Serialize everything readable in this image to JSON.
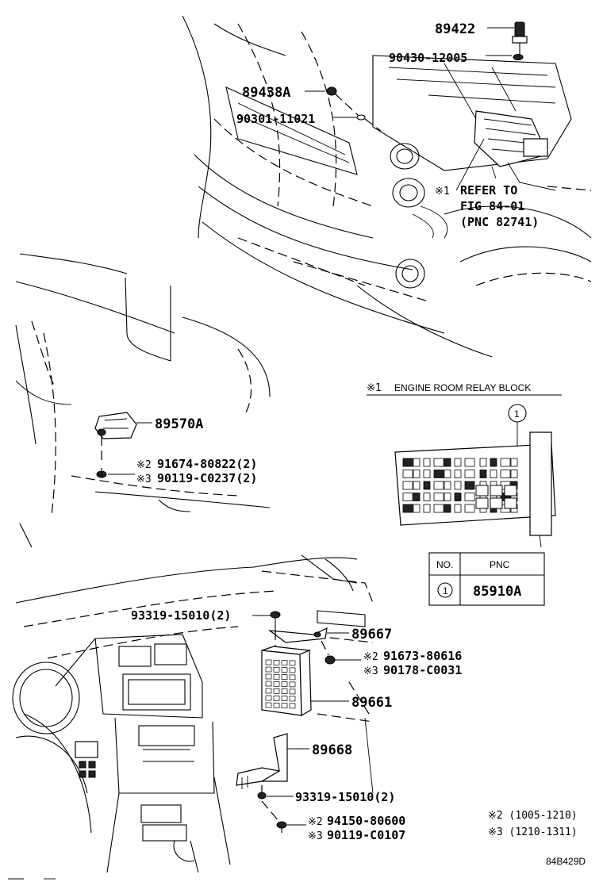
{
  "parts": {
    "p89422": "89422",
    "p90430": "90430-12005",
    "p89438a": "89438A",
    "p90301": "90301-11021",
    "p89570a": "89570A",
    "p91674": "91674-80822(2)",
    "p90119c0237": "90119-C0237(2)",
    "p93319top": "93319-15010(2)",
    "p89667": "89667",
    "p91673": "91673-80616",
    "p90178": "90178-C0031",
    "p89661": "89661",
    "p89668": "89668",
    "p93319bot": "93319-15010(2)",
    "p94150": "94150-80600",
    "p90119c0107": "90119-C0107"
  },
  "marks": {
    "m1": "※1",
    "m2": "※2",
    "m3": "※3"
  },
  "refer": {
    "line1": "REFER TO",
    "line2": "FIG 84-01",
    "line3": "(PNC 82741)"
  },
  "relay_block": {
    "title": "ENGINE ROOM RELAY BLOCK",
    "callout": "1"
  },
  "pnc_table": {
    "header_no": "NO.",
    "header_pnc": "PNC",
    "row_no": "1",
    "row_pnc": "85910A"
  },
  "legend": {
    "l2": "※2 (1005-1210)",
    "l3": "※3 (1210-1311)"
  },
  "figure_code": "84B429D"
}
